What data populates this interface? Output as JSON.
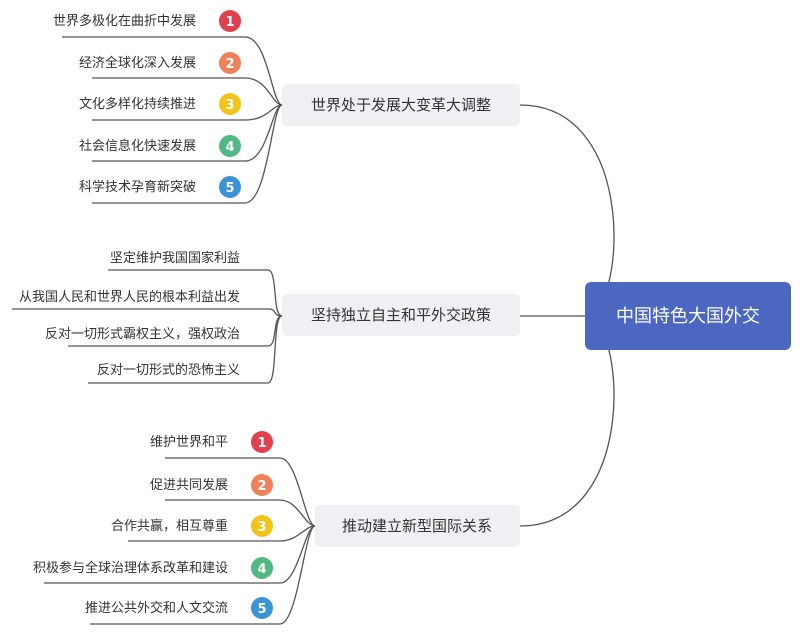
{
  "root": {
    "label": "中国特色大国外交",
    "color": "#4c67c0"
  },
  "branches": [
    {
      "label": "世界处于发展大变革大调整",
      "children": [
        {
          "label": "世界多极化在曲折中发展",
          "badge": "1",
          "color": "#e2404f"
        },
        {
          "label": "经济全球化深入发展",
          "badge": "2",
          "color": "#f0825a"
        },
        {
          "label": "文化多样化持续推进",
          "badge": "3",
          "color": "#f2c318"
        },
        {
          "label": "社会信息化快速发展",
          "badge": "4",
          "color": "#4fb883"
        },
        {
          "label": "科学技术孕育新突破",
          "badge": "5",
          "color": "#3b93d7"
        }
      ]
    },
    {
      "label": "坚持独立自主和平外交政策",
      "children": [
        {
          "label": "坚定维护我国国家利益"
        },
        {
          "label": "从我国人民和世界人民的根本利益出发"
        },
        {
          "label": "反对一切形式霸权主义，强权政治"
        },
        {
          "label": "反对一切形式的恐怖主义"
        }
      ]
    },
    {
      "label": "推动建立新型国际关系",
      "children": [
        {
          "label": "维护世界和平",
          "badge": "1",
          "color": "#e2404f"
        },
        {
          "label": "促进共同发展",
          "badge": "2",
          "color": "#f0825a"
        },
        {
          "label": "合作共赢，相互尊重",
          "badge": "3",
          "color": "#f2c318"
        },
        {
          "label": "积极参与全球治理体系改革和建设",
          "badge": "4",
          "color": "#4fb883"
        },
        {
          "label": "推进公共外交和人文交流",
          "badge": "5",
          "color": "#3b93d7"
        }
      ]
    }
  ]
}
